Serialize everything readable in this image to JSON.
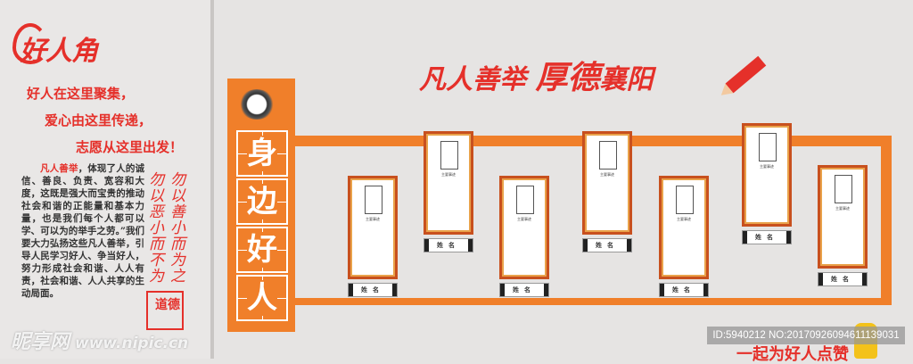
{
  "logo": {
    "text": "好人角"
  },
  "slogans": [
    "好人在这里聚集，",
    "爱心由这里传递，",
    "志愿从这里出发！"
  ],
  "body": {
    "highlight": "凡人善举",
    "text": "，体现了人的诚信、善良、负责、宽容和大度，这既是强大而宝贵的推动社会和谐的正能量和基本力量，也是我们每个人都可以学、可以为的举手之劳。”我们要大力弘扬这些凡人善举，引导人民学习好人、争当好人，努力形成社会和谐、人人有责，社会和谐、人人共享的生动局面。"
  },
  "quote": {
    "col1": "勿以善小而为之",
    "col2": "勿以恶小而不为"
  },
  "seal": {
    "text": "道德"
  },
  "watermark": {
    "brand": "昵享网",
    "url": "www.nipic.cn",
    "id": "ID:5940212 NO:20170926094611139031"
  },
  "panel": {
    "chars": [
      "身",
      "边",
      "好",
      "人"
    ]
  },
  "title": {
    "part1": "凡人善举",
    "part2": "厚德",
    "part3": "襄阳"
  },
  "cards": [
    {
      "caption": "主要事迹",
      "name": "姓名"
    },
    {
      "caption": "主要事迹",
      "name": "姓名"
    },
    {
      "caption": "主要事迹",
      "name": "姓名"
    },
    {
      "caption": "主要事迹",
      "name": "姓名"
    },
    {
      "caption": "主要事迹",
      "name": "姓名"
    },
    {
      "caption": "主要事迹",
      "name": "姓名"
    },
    {
      "caption": "主要事迹",
      "name": "姓名"
    }
  ],
  "bottom": {
    "text": "一起为好人点赞"
  },
  "colors": {
    "red": "#e5302a",
    "orange": "#f07f2a"
  }
}
